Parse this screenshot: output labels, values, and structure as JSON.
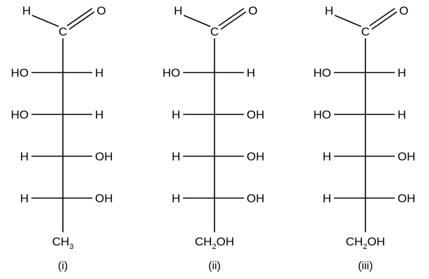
{
  "structures": [
    {
      "caption": "(i)",
      "top": {
        "h": "H",
        "c": "C",
        "o": "O"
      },
      "rows": [
        {
          "left": "HO",
          "right": "H"
        },
        {
          "left": "HO",
          "right": "H"
        },
        {
          "left": "H",
          "right": "OH"
        },
        {
          "left": "H",
          "right": "OH"
        }
      ],
      "bottom": {
        "main": "CH",
        "sub": "3",
        "tail": ""
      }
    },
    {
      "caption": "(ii)",
      "top": {
        "h": "H",
        "c": "C",
        "o": "O"
      },
      "rows": [
        {
          "left": "HO",
          "right": "H"
        },
        {
          "left": "H",
          "right": "OH"
        },
        {
          "left": "H",
          "right": "OH"
        },
        {
          "left": "H",
          "right": "OH"
        }
      ],
      "bottom": {
        "main": "CH",
        "sub": "2",
        "tail": "OH"
      }
    },
    {
      "caption": "(iii)",
      "top": {
        "h": "H",
        "c": "C",
        "o": "O"
      },
      "rows": [
        {
          "left": "HO",
          "right": "H"
        },
        {
          "left": "HO",
          "right": "H"
        },
        {
          "left": "H",
          "right": "OH"
        },
        {
          "left": "H",
          "right": "OH"
        }
      ],
      "bottom": {
        "main": "CH",
        "sub": "2",
        "tail": "OH"
      }
    }
  ]
}
